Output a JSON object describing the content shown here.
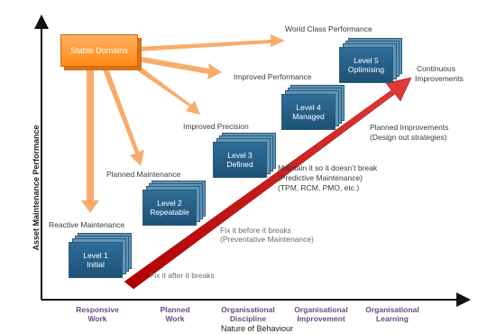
{
  "diagram": {
    "y_axis_title": "Asset Maintenance Performance",
    "x_axis_title": "Nature of Behaviour",
    "x_categories": [
      {
        "line1": "Responsive",
        "line2": "Work"
      },
      {
        "line1": "Planned",
        "line2": "Work"
      },
      {
        "line1": "Organisational",
        "line2": "Discipline"
      },
      {
        "line1": "Organisational",
        "line2": "Improvement"
      },
      {
        "line1": "Organisational",
        "line2": "Learning"
      }
    ],
    "source_box": "Stable Domains",
    "orange_arrow_targets": [
      "Reactive Maintenance",
      "Planned Maintenance",
      "Improved Precision",
      "Improved Performance",
      "World Class Performance"
    ],
    "levels": [
      {
        "line1": "Level 1",
        "line2": "Initial"
      },
      {
        "line1": "Level 2",
        "line2": "Repeatable"
      },
      {
        "line1": "Level 3",
        "line2": "Defined"
      },
      {
        "line1": "Level 4",
        "line2": "Managed"
      },
      {
        "line1": "Level 5",
        "line2": "Optimising"
      }
    ],
    "arrow_annotations": {
      "fix_after": "Fix it after it breaks",
      "fix_before_1": "Fix it before it breaks",
      "fix_before_2": "(Preventative Maintenance)",
      "maintain_1": "Maintain it so it doesn’t break",
      "maintain_2": "(Predictive Maintenance)",
      "maintain_3": "(TPM, RCM, PMO, etc.)",
      "planned_1": "Planned Improvements",
      "planned_2": "(Design out strategies)",
      "continuous_1": "Continuous",
      "continuous_2": "Improvements"
    },
    "colors": {
      "orange": "#f7a35c",
      "blue": "#1e5277",
      "red": "#c00000",
      "category_text": "#6b4b87"
    }
  }
}
